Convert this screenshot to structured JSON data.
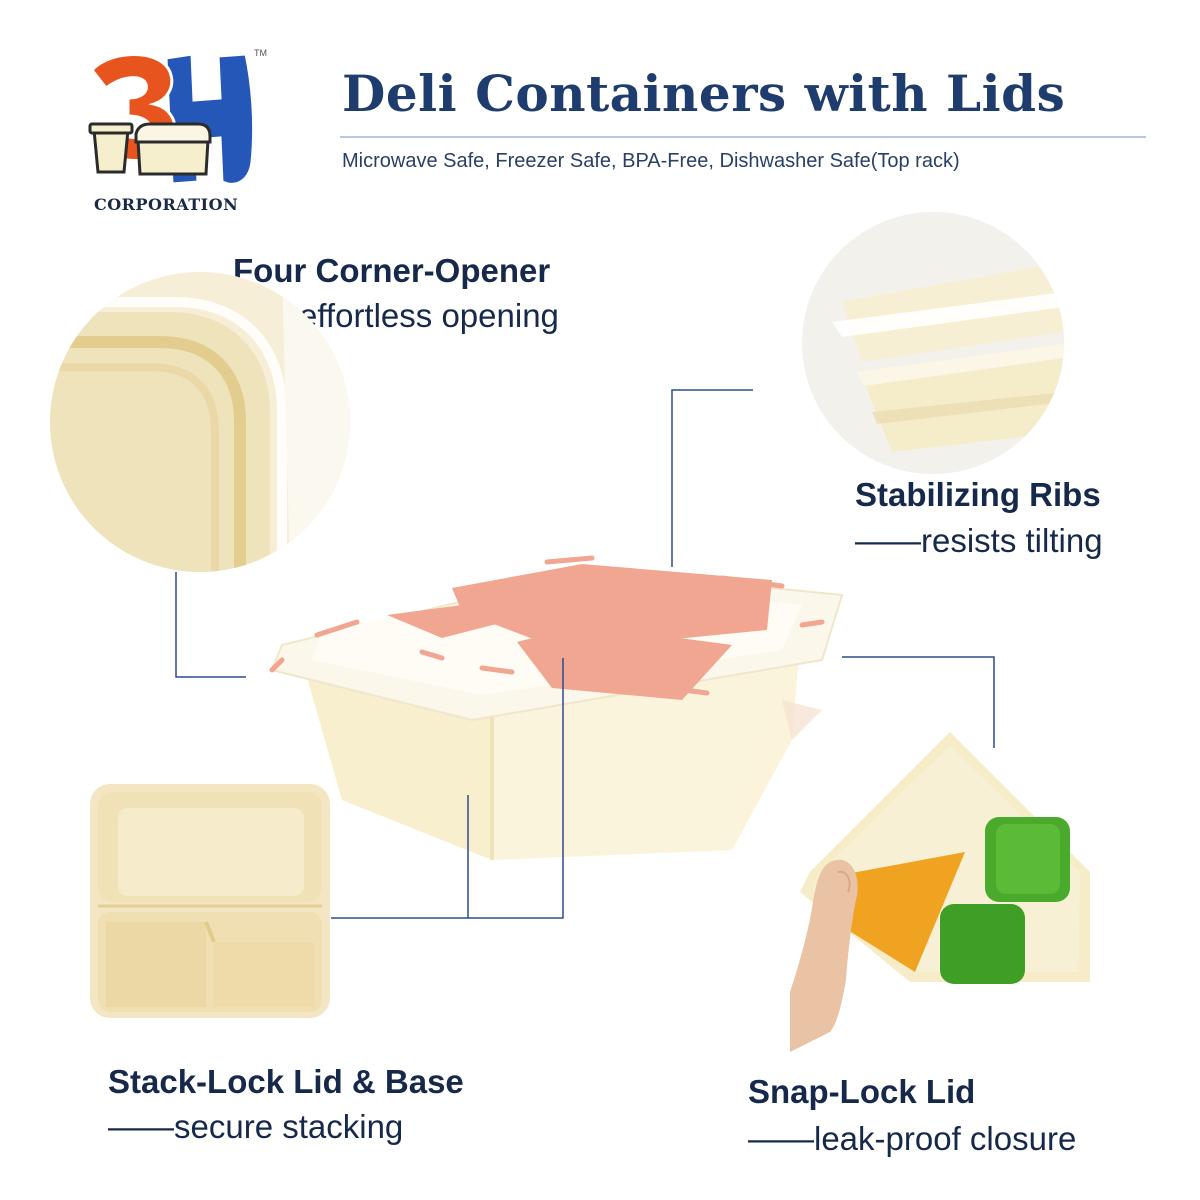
{
  "brand": {
    "logo_text": "3H",
    "trademark": "TM",
    "corporation": "CORPORATION",
    "colors": {
      "orange": "#e8541e",
      "blue": "#2457b8",
      "navy": "#1f3c6e"
    }
  },
  "header": {
    "title": "Deli Containers with Lids",
    "subtitle": "Microwave Safe, Freezer Safe, BPA-Free, Dishwasher Safe(Top rack)"
  },
  "features": [
    {
      "title": "Four Corner-Opener",
      "subtitle": "——effortless opening"
    },
    {
      "title": "Stabilizing Ribs",
      "subtitle": "——resists tilting"
    },
    {
      "title": "Stack-Lock Lid & Base",
      "subtitle": "——secure stacking"
    },
    {
      "title": "Snap-Lock Lid",
      "subtitle": "——leak-proof closure"
    }
  ],
  "accent_colors": {
    "lid_tab": "#f0a690",
    "container": "#f8f0d4",
    "leader_line": "#2f4b8c"
  }
}
